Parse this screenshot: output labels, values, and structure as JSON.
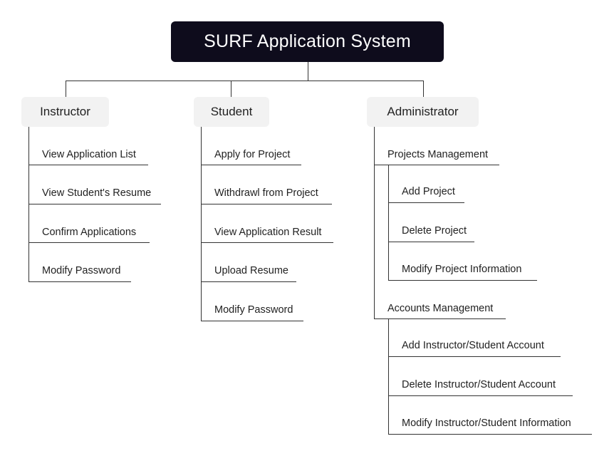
{
  "root": {
    "title": "SURF Application System"
  },
  "instructor": {
    "label": "Instructor",
    "items": [
      "View Application List",
      "View Student's Resume",
      "Confirm Applications",
      "Modify Password"
    ]
  },
  "student": {
    "label": "Student",
    "items": [
      "Apply for Project",
      "Withdrawl from Project",
      "View Application Result",
      "Upload Resume",
      "Modify Password"
    ]
  },
  "administrator": {
    "label": "Administrator",
    "projects": {
      "label": "Projects Management",
      "items": [
        "Add Project",
        "Delete Project",
        "Modify Project Information"
      ]
    },
    "accounts": {
      "label": "Accounts Management",
      "items": [
        "Add Instructor/Student Account",
        "Delete Instructor/Student Account",
        "Modify Instructor/Student Information"
      ]
    }
  },
  "colors": {
    "root_bg": "#0e0c1c",
    "box_bg": "#f2f2f2",
    "line": "#333333"
  }
}
